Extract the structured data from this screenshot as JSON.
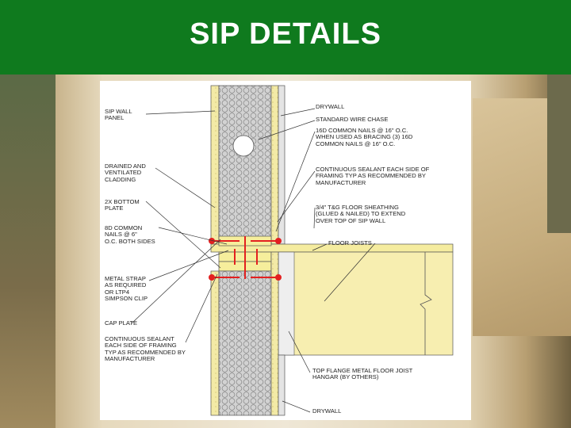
{
  "slide": {
    "title": "SIP DETAILS",
    "title_bar_color": "#0f7a1e",
    "title_color": "#ffffff"
  },
  "diagram": {
    "left_callouts": [
      "SIP WALL\nPANEL",
      "DRAINED AND\nVENTILATED\nCLADDING",
      "2x BOTTOM\nPLATE",
      "8d COMMON\nNAILS @ 6\"\nO.C. BOTH SIDES",
      "METAL STRAP\nAS REQUIRED\nOR LTP4\nSIMPSON CLIP",
      "CAP PLATE",
      "CONTINUOUS SEALANT\nEACH SIDE OF FRAMING\nTYP AS RECOMMENDED BY\nMANUFACTURER"
    ],
    "right_callouts": [
      "DRYWALL",
      "STANDARD WIRE CHASE",
      "16d COMMON NAILS @ 16\" O.C.\nWHEN USED AS BRACING (3) 16d\nCOMMON NAILS @ 16\" O.C.",
      "CONTINUOUS SEALANT EACH SIDE OF\nFRAMING TYP AS RECOMMENDED BY\nMANUFACTURER",
      "3/4\" T&G FLOOR SHEATHING\n(GLUED & NAILED) TO EXTEND\nOVER TOP OF SIP WALL",
      "FLOOR JOISTS",
      "TOP FLANGE METAL FLOOR JOIST\nHANGAR (BY OTHERS)",
      "DRYWALL"
    ],
    "colors": {
      "osb": "#f3eaa6",
      "foam": "#cfcfcf",
      "lumber": "#f6ee9c",
      "joist": "#f7eeb0",
      "drywall": "#e4e4e4",
      "fastener": "#e32020"
    }
  }
}
